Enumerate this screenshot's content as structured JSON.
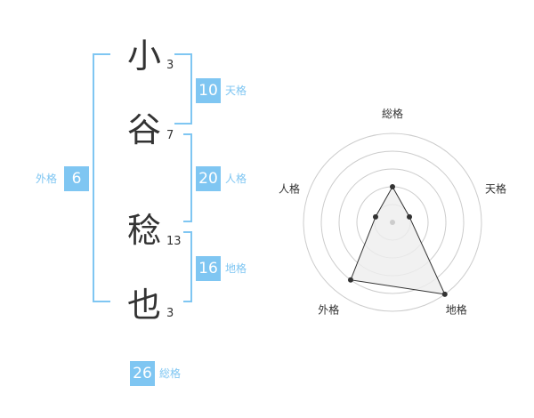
{
  "name_chars": [
    {
      "char": "小",
      "strokes": "3"
    },
    {
      "char": "谷",
      "strokes": "7"
    },
    {
      "char": "稔",
      "strokes": "13"
    },
    {
      "char": "也",
      "strokes": "3"
    }
  ],
  "kaku": {
    "tenkaku": {
      "value": "10",
      "label": "天格"
    },
    "jinkaku": {
      "value": "20",
      "label": "人格"
    },
    "chikaku": {
      "value": "16",
      "label": "地格"
    },
    "gaikaku": {
      "value": "6",
      "label": "外格"
    },
    "soukaku": {
      "value": "26",
      "label": "総格"
    }
  },
  "colors": {
    "accent": "#7fc6f2",
    "text": "#333333",
    "grid": "#cccccc",
    "fill": "#eeeeee"
  },
  "chart_data": {
    "type": "radar",
    "axes": [
      "総格",
      "天格",
      "地格",
      "外格",
      "人格"
    ],
    "values": [
      26,
      10,
      16,
      6,
      20
    ],
    "range": [
      0,
      5
    ],
    "levels": [
      1,
      2,
      3,
      4,
      5
    ],
    "scores": [
      2,
      1,
      5,
      4,
      1
    ],
    "grid": true
  }
}
